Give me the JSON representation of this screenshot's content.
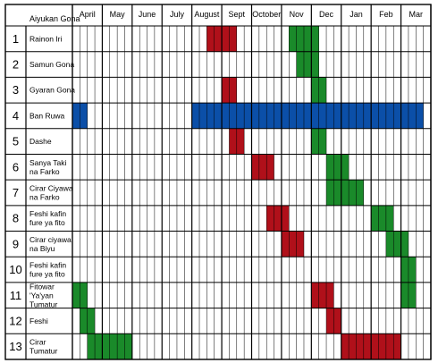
{
  "header": {
    "label": "Aiyukan Gona"
  },
  "months": [
    "April",
    "May",
    "June",
    "July",
    "August",
    "Sept",
    "October",
    "Nov",
    "Dec",
    "Jan",
    "Feb",
    "Mar"
  ],
  "colors": {
    "red": "#b0101a",
    "green": "#1a8a2a",
    "blue": "#0b4fa8",
    "grid": "#000000",
    "background": "#ffffff"
  },
  "tasks": [
    {
      "num": "1",
      "lines": [
        "Rainon Iri"
      ],
      "bars": [
        {
          "color": "red",
          "start": "August wk3",
          "weeks": 4
        },
        {
          "color": "green",
          "start": "Nov wk2",
          "weeks": 4
        }
      ]
    },
    {
      "num": "2",
      "lines": [
        "Samun Gona"
      ],
      "bars": [
        {
          "color": "green",
          "start": "Nov wk3",
          "weeks": 3
        }
      ]
    },
    {
      "num": "3",
      "lines": [
        "Gyaran Gona"
      ],
      "bars": [
        {
          "color": "red",
          "start": "Sept wk1",
          "weeks": 2
        },
        {
          "color": "green",
          "start": "Dec wk1",
          "weeks": 2
        }
      ]
    },
    {
      "num": "4",
      "lines": [
        "Ban Ruwa"
      ],
      "bars": [
        {
          "color": "blue",
          "start": "April wk1",
          "weeks": 2
        },
        {
          "color": "blue",
          "start": "August wk1",
          "weeks": 31
        }
      ]
    },
    {
      "num": "5",
      "lines": [
        "Dashe"
      ],
      "bars": [
        {
          "color": "red",
          "start": "Sept wk2",
          "weeks": 2
        },
        {
          "color": "green",
          "start": "Dec wk1",
          "weeks": 2
        }
      ]
    },
    {
      "num": "6",
      "lines": [
        "Sanya Taki",
        "na Farko"
      ],
      "bars": [
        {
          "color": "red",
          "start": "October wk1",
          "weeks": 3
        },
        {
          "color": "green",
          "start": "Dec wk3",
          "weeks": 3
        }
      ]
    },
    {
      "num": "7",
      "lines": [
        "Cirar Ciyawa",
        "na Farko"
      ],
      "bars": [
        {
          "color": "green",
          "start": "Dec wk3",
          "weeks": 5
        }
      ]
    },
    {
      "num": "8",
      "lines": [
        "Feshi kafin",
        "fure ya fito"
      ],
      "bars": [
        {
          "color": "red",
          "start": "October wk3",
          "weeks": 3
        },
        {
          "color": "green",
          "start": "Feb wk1",
          "weeks": 3
        }
      ]
    },
    {
      "num": "9",
      "lines": [
        "Cirar ciyawa",
        "na Biyu"
      ],
      "bars": [
        {
          "color": "red",
          "start": "Nov wk1",
          "weeks": 3
        },
        {
          "color": "green",
          "start": "Feb wk3",
          "weeks": 3
        }
      ]
    },
    {
      "num": "10",
      "lines": [
        "Feshi kafin",
        "fure ya fito"
      ],
      "bars": [
        {
          "color": "green",
          "start": "Mar wk1",
          "weeks": 2
        }
      ]
    },
    {
      "num": "11",
      "lines": [
        "Fitowar",
        "'Ya'yan",
        "Tumatur"
      ],
      "bars": [
        {
          "color": "green",
          "start": "April wk1",
          "weeks": 2
        },
        {
          "color": "red",
          "start": "Dec wk1",
          "weeks": 3
        },
        {
          "color": "green",
          "start": "Mar wk1",
          "weeks": 2
        }
      ]
    },
    {
      "num": "12",
      "lines": [
        "Feshi"
      ],
      "bars": [
        {
          "color": "green",
          "start": "April wk2",
          "weeks": 2
        },
        {
          "color": "red",
          "start": "Dec wk3",
          "weeks": 2
        }
      ]
    },
    {
      "num": "13",
      "lines": [
        "Cirar",
        "Tumatur"
      ],
      "bars": [
        {
          "color": "green",
          "start": "April wk3",
          "weeks": 6
        },
        {
          "color": "red",
          "start": "Jan wk1",
          "weeks": 8
        }
      ]
    }
  ]
}
